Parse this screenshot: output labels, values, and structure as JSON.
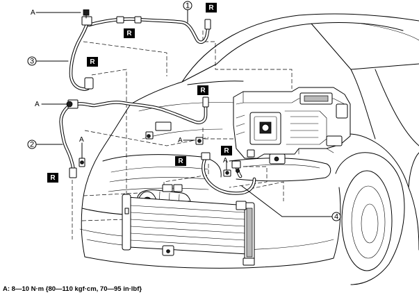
{
  "callouts": {
    "a_label": "A",
    "r_label": "R",
    "numbers": [
      "1",
      "2",
      "3",
      "4"
    ]
  },
  "footnote": "A: 8—10 N·m {80—110 kgf·cm, 70—95 in·lbf}"
}
